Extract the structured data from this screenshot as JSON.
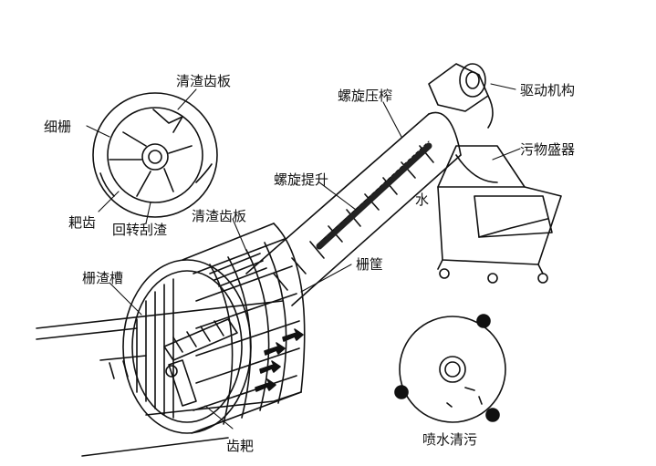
{
  "labels": {
    "qingzha_chiban_top": "清渣齿板",
    "xizha": "细栅",
    "bachi": "耙齿",
    "huizhuan_guazha": "回转刮渣",
    "qingzha_chiban_mid": "清渣齿板",
    "luoxuan_yazha": "螺旋压榨",
    "qudong_jigou": "驱动机构",
    "wuwu_shengqi": "污物盛器",
    "shui": "水",
    "luoxuan_tisheng": "螺旋提升",
    "zhagao": "栅筐",
    "zhazhacao": "栅渣槽",
    "chiba": "齿耙",
    "penshui_qingwu": "喷水清污"
  }
}
